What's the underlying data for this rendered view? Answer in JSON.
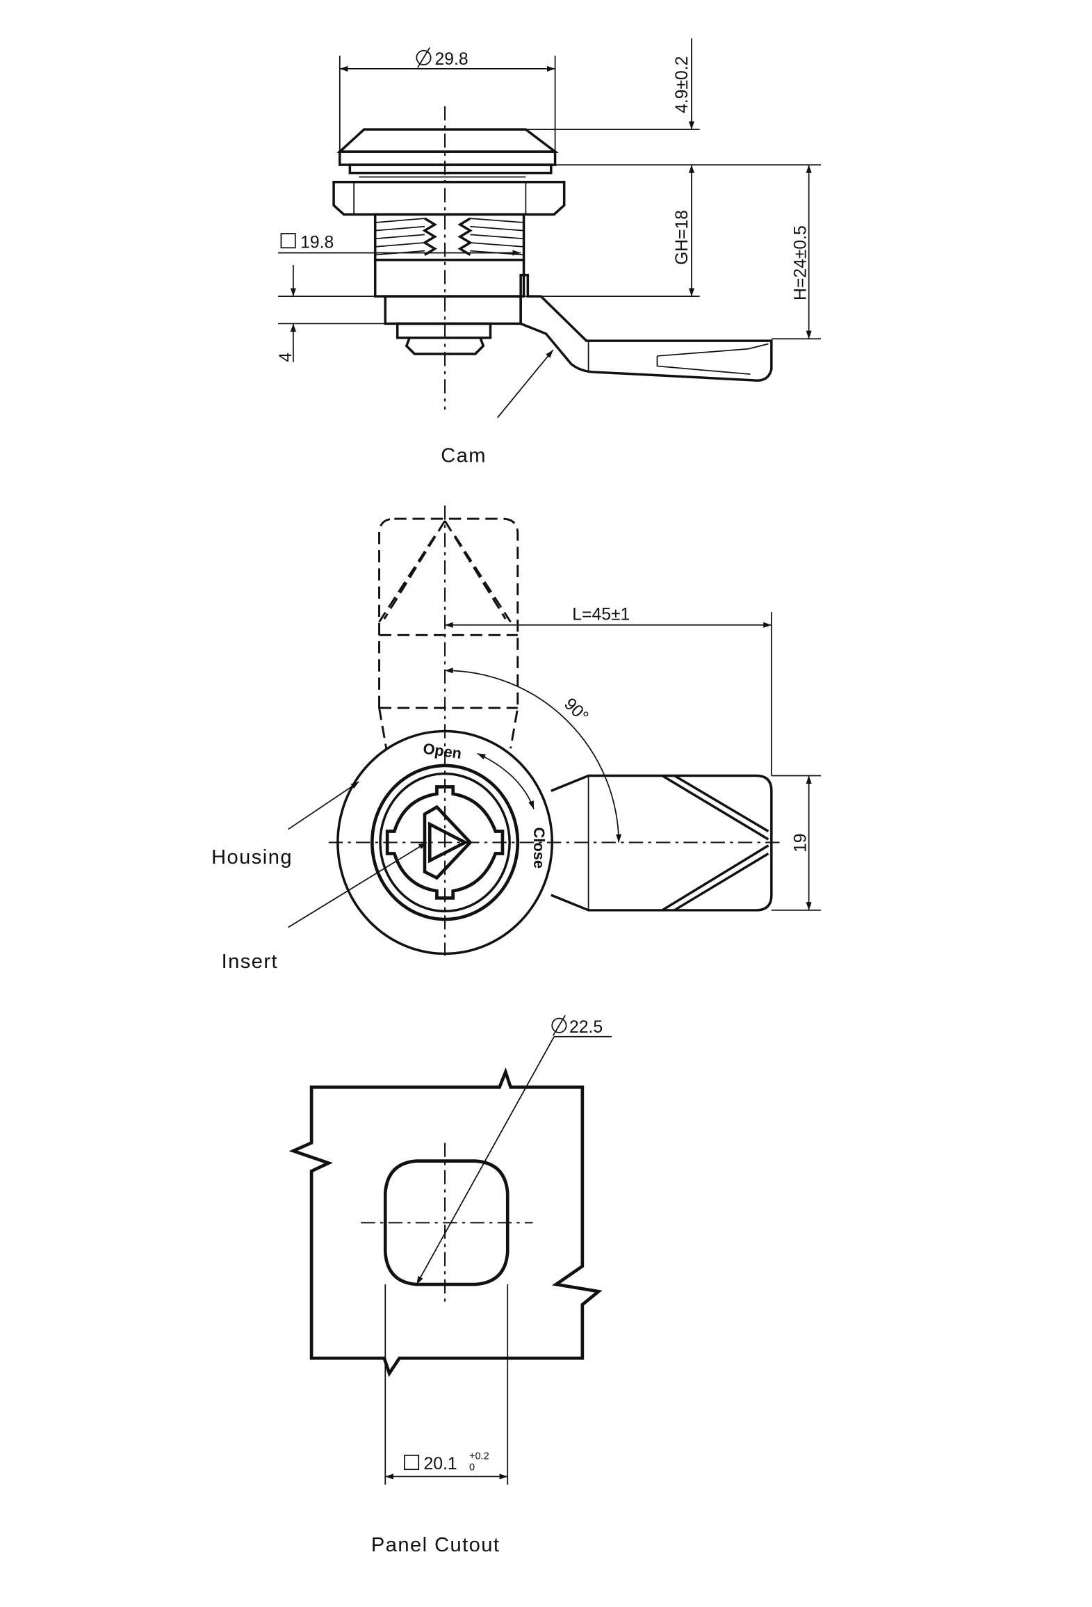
{
  "side_view": {
    "dim_diameter": "29.8",
    "dim_cap_height": "4.9±0.2",
    "dim_grip": "GH=18",
    "dim_height": "H=24±0.5",
    "dim_square": "19.8",
    "dim_panel": "4",
    "label_cam": "Cam"
  },
  "front_view": {
    "dim_length": "L=45±1",
    "dim_angle": "90°",
    "dim_width": "19",
    "label_open": "Open",
    "label_close": "Close",
    "label_housing": "Housing",
    "label_insert": "Insert"
  },
  "cutout_view": {
    "dim_diameter": "22.5",
    "dim_square": "20.1",
    "dim_tol_upper": "+0.2",
    "dim_tol_lower": "0",
    "label_panel_cutout": "Panel Cutout"
  }
}
